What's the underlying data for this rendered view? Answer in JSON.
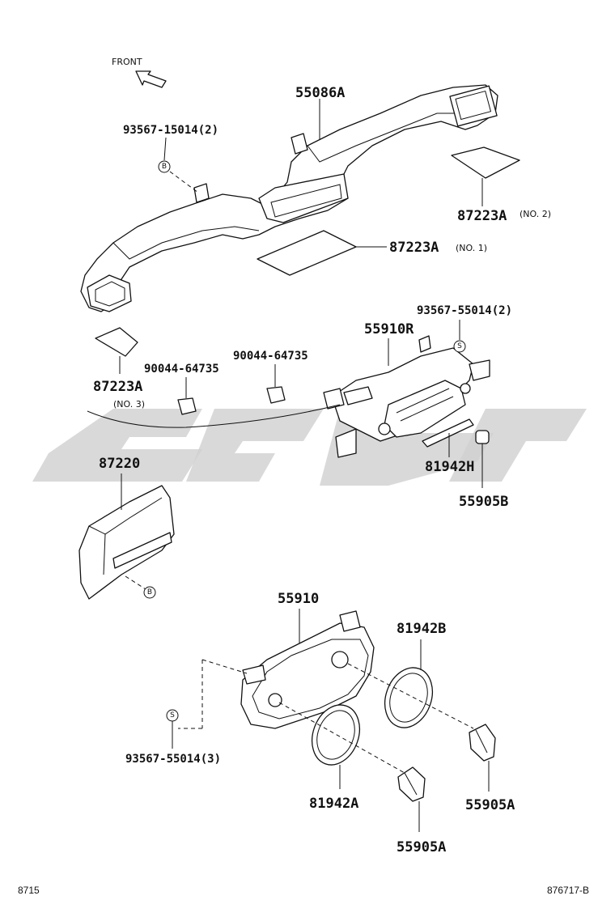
{
  "front_label": "FRONT",
  "labels": {
    "p55086A": "55086A",
    "p93567_15014": "93567-15014(2)",
    "p87223A_no2": "87223A",
    "p87223A_no2_note": "(NO. 2)",
    "p87223A_no1": "87223A",
    "p87223A_no1_note": "(NO. 1)",
    "p93567_55014_2": "93567-55014(2)",
    "p55910R": "55910R",
    "p90044_right": "90044-64735",
    "p90044_left": "90044-64735",
    "p87223A_no3": "87223A",
    "p87223A_no3_note": "(NO. 3)",
    "p81942H": "81942H",
    "p55905B": "55905B",
    "p87220": "87220",
    "p55910": "55910",
    "p81942B": "81942B",
    "p93567_55014_3": "93567-55014(3)",
    "p81942A": "81942A",
    "p55905A_right": "55905A",
    "p55905A_bottom": "55905A"
  },
  "markers": {
    "b_upper": "B",
    "b_lower": "B",
    "s_upper": "S",
    "s_lower": "S"
  },
  "footer": {
    "left": "8715",
    "right": "876717-B"
  }
}
